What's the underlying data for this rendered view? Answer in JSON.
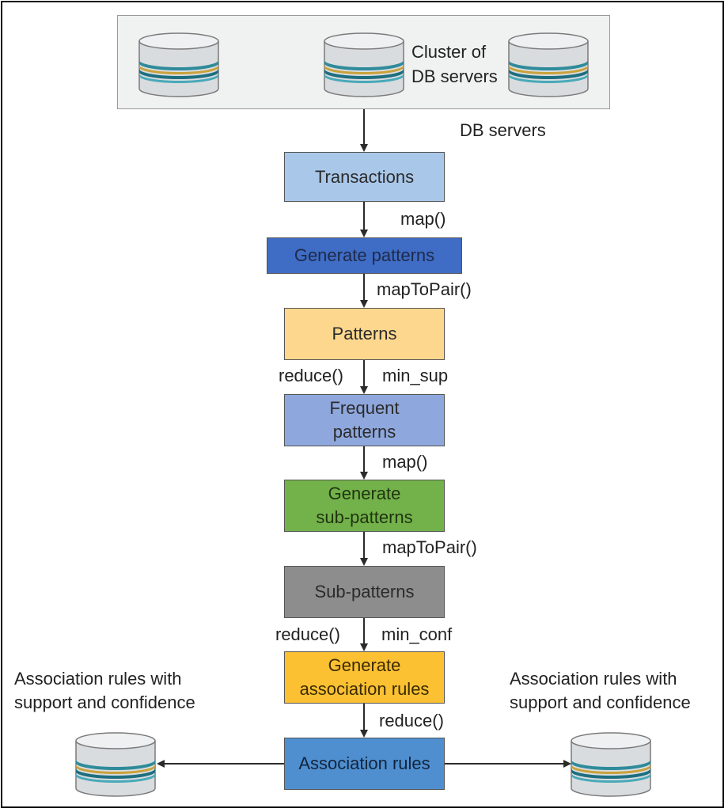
{
  "cluster": {
    "label_line1": "Cluster of",
    "label_line2": "DB servers"
  },
  "db_servers_label": "DB servers",
  "nodes": {
    "transactions": "Transactions",
    "generate_patterns": "Generate patterns",
    "patterns": "Patterns",
    "frequent_patterns_1": "Frequent",
    "frequent_patterns_2": "patterns",
    "generate_subpatterns_1": "Generate",
    "generate_subpatterns_2": "sub-patterns",
    "subpatterns": "Sub-patterns",
    "generate_assoc_1": "Generate",
    "generate_assoc_2": "association rules",
    "association_rules": "Association rules"
  },
  "edges": {
    "map_1": "map()",
    "maptopair_1": "mapToPair()",
    "reduce_1": "reduce()",
    "min_sup": "min_sup",
    "map_2": "map()",
    "maptopair_2": "mapToPair()",
    "reduce_2": "reduce()",
    "min_conf": "min_conf",
    "reduce_3": "reduce()"
  },
  "outputs": {
    "left_line1": "Association rules with",
    "left_line2": "support and confidence",
    "right_line1": "Association rules with",
    "right_line2": "support and confidence"
  },
  "icons": [
    "database-icon"
  ],
  "colors": {
    "transactions": "#a9c7e9",
    "generate_patterns": "#3f6cc4",
    "patterns": "#fdd78e",
    "frequent_patterns": "#8ea7dc",
    "generate_subpatterns": "#73b24a",
    "subpatterns": "#8d8d8d",
    "generate_assoc": "#fbc132",
    "association_rules": "#4f8fd0"
  }
}
